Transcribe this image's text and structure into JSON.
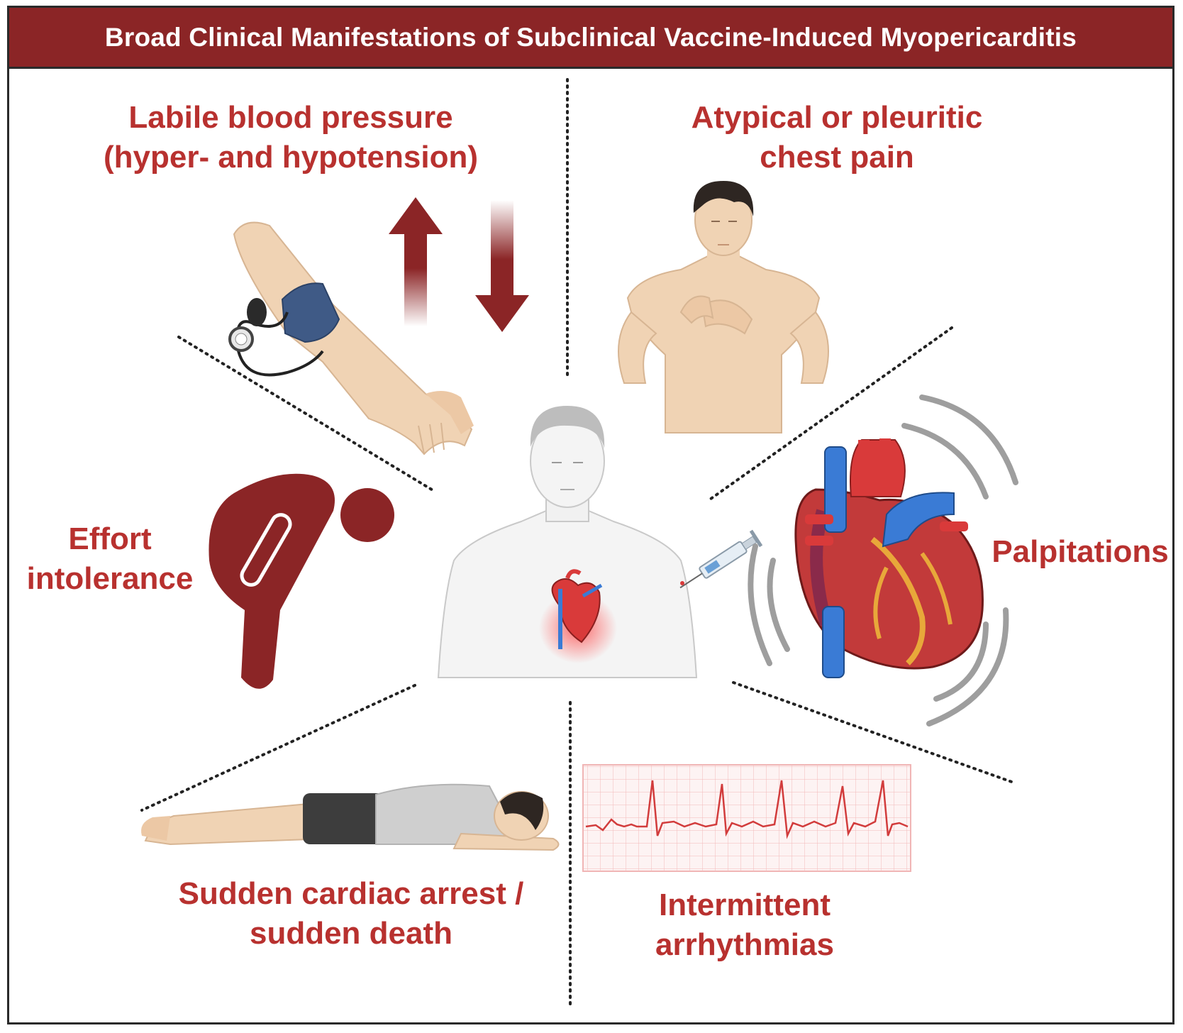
{
  "title": "Broad Clinical Manifestations of Subclinical Vaccine-Induced Myopericarditis",
  "colors": {
    "banner": "#8b2526",
    "label": "#b8312f",
    "figure_dark": "#8b2526",
    "cuff": "#3f5a86",
    "skin": "#f0d3b4",
    "aorta_red": "#d93a3a",
    "vein_blue": "#3a7bd5"
  },
  "labels": {
    "blood_pressure": [
      "Labile blood pressure",
      "(hyper- and hypotension)"
    ],
    "chest_pain": [
      "Atypical or pleuritic",
      "chest pain"
    ],
    "effort": [
      "Effort",
      "intolerance"
    ],
    "palpitations": [
      "Palpitations"
    ],
    "cardiac_arrest": [
      "Sudden cardiac arrest /",
      "sudden death"
    ],
    "arrhythmias": [
      "Intermittent",
      "arrhythmias"
    ]
  },
  "icons": [
    "blood-pressure-cuff-icon",
    "up-arrow-icon",
    "down-arrow-icon",
    "chest-pain-person-icon",
    "heart-icon",
    "fatigued-person-icon",
    "syringe-icon",
    "lying-person-icon",
    "ecg-strip-icon"
  ]
}
